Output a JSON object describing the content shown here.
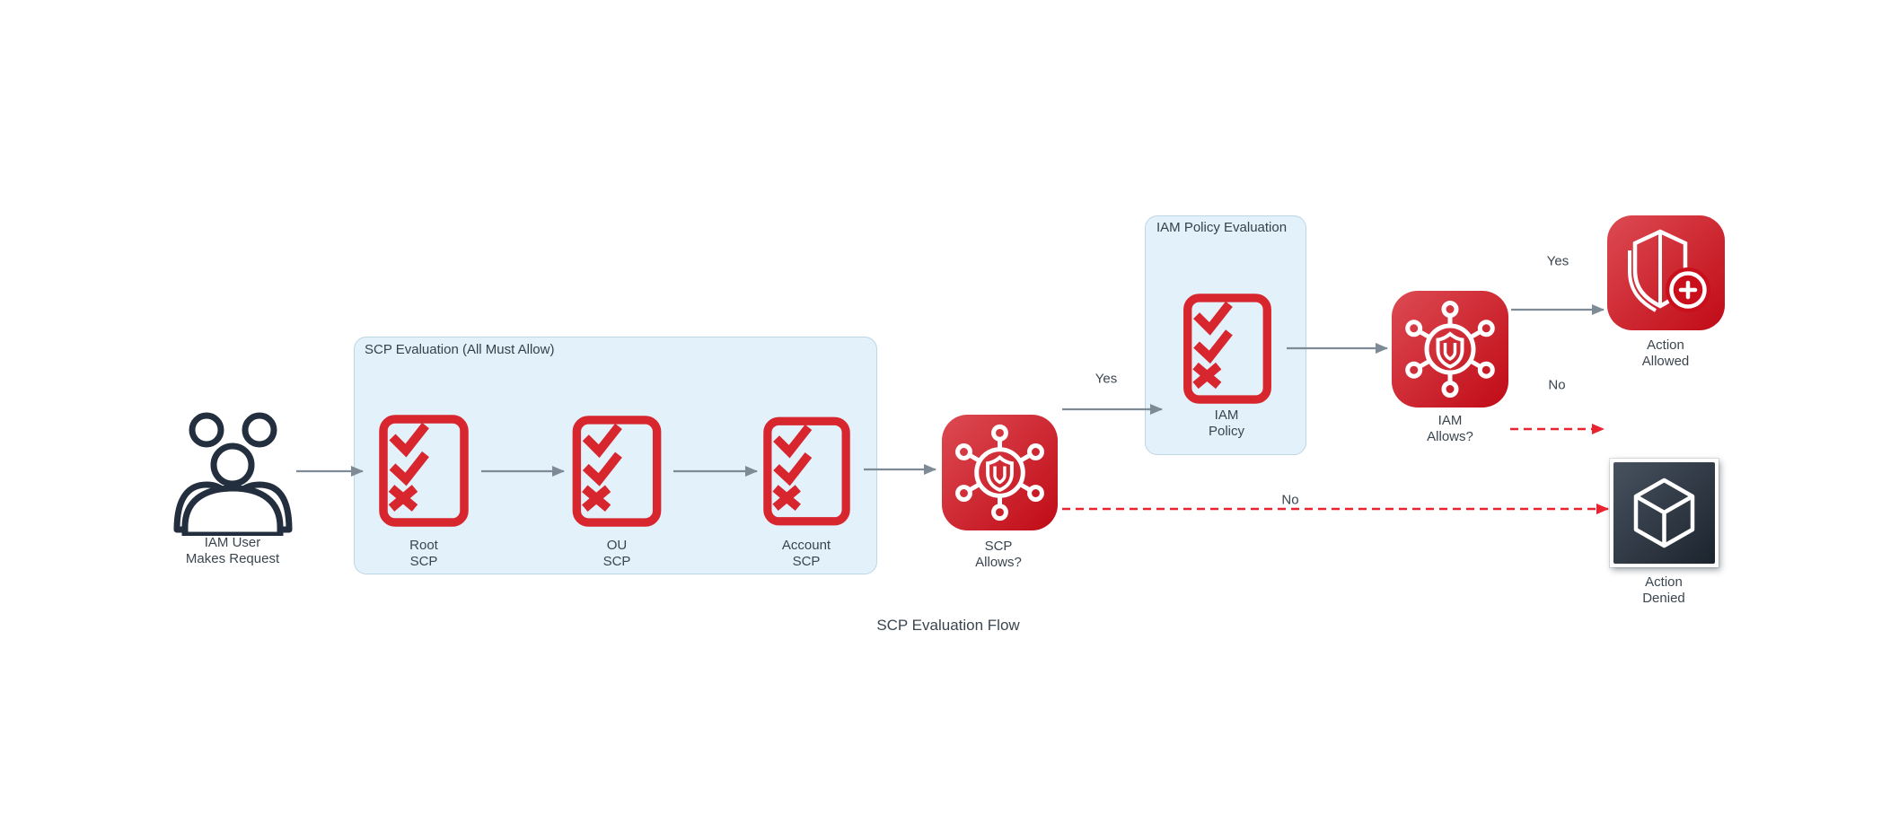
{
  "title": "SCP Evaluation Flow",
  "colors": {
    "accent_red": "#d8262e",
    "icon_red_gradient_start": "#dd4a52",
    "icon_red_gradient_end": "#c00b17",
    "navy": "#232f3e",
    "dark_tile_gradient_start": "#47525f",
    "dark_tile_gradient_end": "#1c242e",
    "group_fill": "#e3f1fa",
    "group_border": "#bdd6e3",
    "arrow_gray": "#7e8b96",
    "arrow_red": "#ea2330",
    "text": "#3a454f"
  },
  "groups": {
    "scp_evaluation": {
      "label": "SCP Evaluation (All Must Allow)"
    },
    "iam_policy_evaluation": {
      "label": "IAM Policy Evaluation"
    }
  },
  "nodes": {
    "user": {
      "icon": "users-icon",
      "line1": "IAM User",
      "line2": "Makes Request"
    },
    "root_scp": {
      "icon": "checklist-icon",
      "line1": "Root",
      "line2": "SCP"
    },
    "ou_scp": {
      "icon": "checklist-icon",
      "line1": "OU",
      "line2": "SCP"
    },
    "account_scp": {
      "icon": "checklist-icon",
      "line1": "Account",
      "line2": "SCP"
    },
    "scp_allows": {
      "icon": "org-shield-icon",
      "line1": "SCP",
      "line2": "Allows?"
    },
    "iam_policy": {
      "icon": "checklist-icon",
      "line1": "IAM",
      "line2": "Policy"
    },
    "iam_allows": {
      "icon": "org-shield-icon",
      "line1": "IAM",
      "line2": "Allows?"
    },
    "action_allowed": {
      "icon": "shield-plus-icon",
      "line1": "Action",
      "line2": "Allowed"
    },
    "action_denied": {
      "icon": "cube-icon",
      "line1": "Action",
      "line2": "Denied"
    }
  },
  "edge_labels": {
    "scp_yes": "Yes",
    "scp_no": "No",
    "iam_yes": "Yes",
    "iam_no": "No"
  }
}
